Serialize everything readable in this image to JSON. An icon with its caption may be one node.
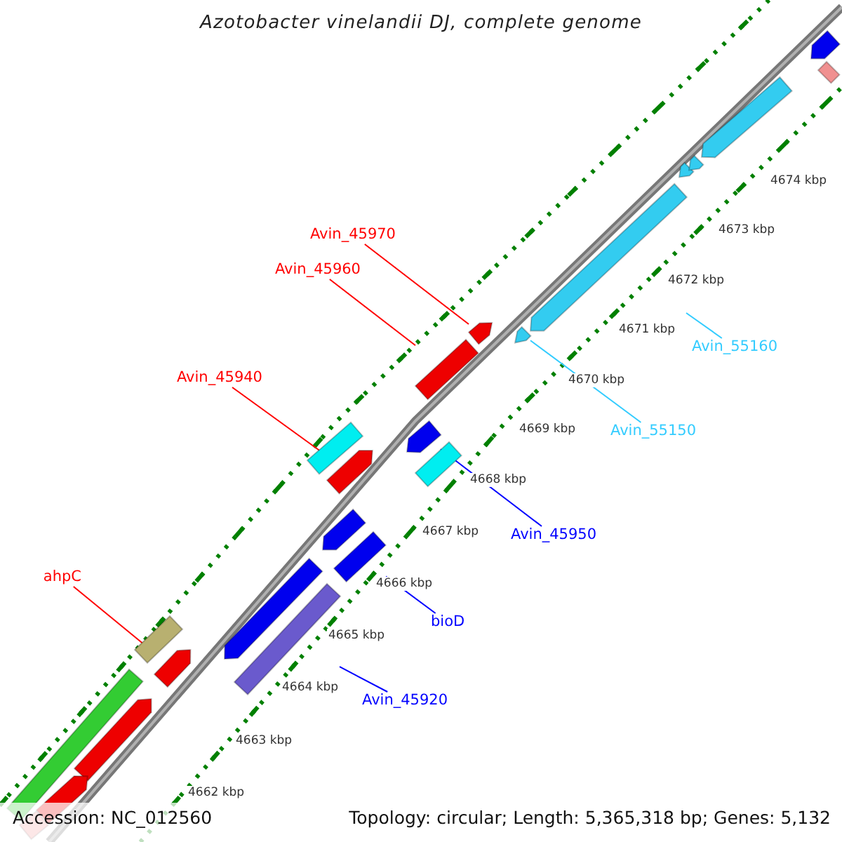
{
  "diagram": {
    "title": "Azotobacter vinelandii DJ, complete genome",
    "nodes": [
      {
        "text": [
          "Avin_45970"
        ]
      },
      {
        "text": [
          "Avin_45960"
        ]
      },
      {
        "text": [
          "Avin_45940"
        ]
      },
      {
        "text": [
          "ahpC"
        ]
      },
      {
        "text": [
          "Avin_55160"
        ]
      },
      {
        "text": [
          "Avin_55150"
        ]
      },
      {
        "text": [
          "Avin_45950"
        ]
      },
      {
        "text": [
          "bioD"
        ]
      },
      {
        "text": [
          "Avin_45920"
        ]
      },
      {
        "text": [],
        "shape": "bar"
      },
      {
        "text": [],
        "shape": "bar"
      },
      {
        "text": [],
        "shape": "bar"
      },
      {
        "text": [],
        "shape": "bar"
      },
      {
        "text": [],
        "shape": "bar"
      },
      {
        "text": [],
        "shape": "bar"
      },
      {
        "text": [],
        "shape": "bar"
      },
      {
        "text": [],
        "shape": "bar"
      },
      {
        "text": [],
        "shape": "bar"
      },
      {
        "text": [],
        "shape": "bar"
      },
      {
        "text": [],
        "shape": "bar"
      },
      {
        "text": [],
        "shape": "bar"
      },
      {
        "text": [],
        "shape": "bar"
      },
      {
        "text": [],
        "shape": "bar"
      },
      {
        "text": [],
        "shape": "bar"
      },
      {
        "text": [],
        "shape": "bar"
      },
      {
        "text": [],
        "shape": "bar"
      },
      {
        "text": [],
        "shape": "bar"
      },
      {
        "text": [],
        "shape": "bar"
      },
      {
        "text": [],
        "shape": "bar"
      },
      {
        "text": [],
        "shape": "bar"
      },
      {
        "text": [],
        "shape": "bar"
      },
      {
        "text": [],
        "shape": "bar"
      }
    ],
    "edges": [
      {
        "from": 0,
        "to": 15,
        "arrow": "none"
      },
      {
        "from": 1,
        "to": 17,
        "arrow": "none"
      },
      {
        "from": 2,
        "to": 21,
        "arrow": "none"
      },
      {
        "from": 3,
        "to": 26,
        "arrow": "none"
      },
      {
        "from": 4,
        "to": 14,
        "arrow": "none",
        "color": "#33ccff"
      },
      {
        "from": 5,
        "to": 16,
        "arrow": "none",
        "color": "#33ccff"
      },
      {
        "from": 6,
        "to": 18,
        "arrow": "none",
        "color": "#0000ff"
      },
      {
        "from": 7,
        "to": 23,
        "arrow": "none",
        "color": "#0000ff"
      },
      {
        "from": 8,
        "to": 27,
        "arrow": "none",
        "color": "#0000ff"
      }
    ],
    "labels": [
      "4674 kbp",
      "4673 kbp",
      "4672 kbp",
      "4671 kbp",
      "4670 kbp",
      "4669 kbp",
      "4668 kbp",
      "4667 kbp",
      "4666 kbp",
      "4665 kbp",
      "4664 kbp",
      "4663 kbp",
      "4662 kbp",
      "Accession: NC_012560",
      "Topology: circular; Length: 5,365,318 bp; Genes: 5,132"
    ]
  }
}
